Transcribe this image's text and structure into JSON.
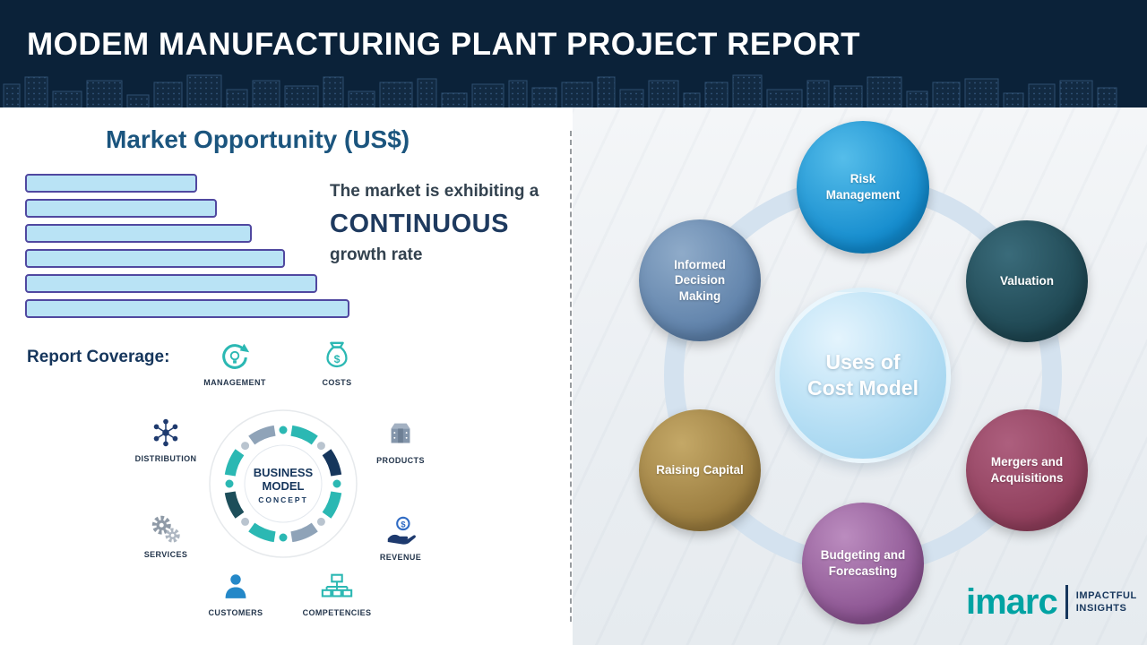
{
  "header": {
    "title": "MODEM MANUFACTURING PLANT PROJECT REPORT"
  },
  "left_panel": {
    "section_title": "Market Opportunity (US$)",
    "growth_text": {
      "line1": "The market is exhibiting a",
      "line2": "CONTINUOUS",
      "line3": "growth rate"
    },
    "report_coverage_label": "Report Coverage:",
    "chart_data": {
      "type": "bar",
      "orientation": "horizontal",
      "title": "Market Opportunity (US$)",
      "categories": [
        "",
        "",
        "",
        "",
        "",
        ""
      ],
      "values": [
        53,
        59,
        70,
        80,
        90,
        100
      ],
      "xlabel": "",
      "ylabel": "",
      "axis_labels_shown": false,
      "bar_fill": "#b9e3f5",
      "bar_border": "#5048a0",
      "note": "Six unlabeled horizontal bars of steadily increasing length indicating continuous growth"
    },
    "business_model": {
      "center_line1": "BUSINESS",
      "center_line2": "MODEL",
      "center_line3": "CONCEPT",
      "ring_colors": [
        "#2bb8b3",
        "#16365c",
        "#8fa3b8",
        "#1d4e5a"
      ],
      "items": [
        {
          "label": "MANAGEMENT",
          "icon": "management-icon"
        },
        {
          "label": "COSTS",
          "icon": "costs-icon"
        },
        {
          "label": "DISTRIBUTION",
          "icon": "distribution-icon"
        },
        {
          "label": "PRODUCTS",
          "icon": "products-icon"
        },
        {
          "label": "SERVICES",
          "icon": "services-icon"
        },
        {
          "label": "REVENUE",
          "icon": "revenue-icon"
        },
        {
          "label": "CUSTOMERS",
          "icon": "customers-icon"
        },
        {
          "label": "COMPETENCIES",
          "icon": "competencies-icon"
        }
      ]
    }
  },
  "right_panel": {
    "center_line1": "Uses of",
    "center_line2": "Cost Model",
    "ring_color": "#d4e2ef",
    "center_color": "#a9d9f2",
    "nodes": [
      {
        "label": "Risk Management",
        "color": "#1189cc",
        "color_light": "#55bdea"
      },
      {
        "label": "Valuation",
        "color": "#1d4550",
        "color_light": "#3a6b7a"
      },
      {
        "label": "Mergers and Acquisitions",
        "color": "#8e3d5a",
        "color_light": "#ad5f7e"
      },
      {
        "label": "Budgeting and Forecasting",
        "color": "#8a5290",
        "color_light": "#bb8cbf"
      },
      {
        "label": "Raising Capital",
        "color": "#97793c",
        "color_light": "#c4a867"
      },
      {
        "label": "Informed Decision Making",
        "color": "#5c7fa8",
        "color_light": "#8fabc9"
      }
    ]
  },
  "logo": {
    "name": "imarc",
    "tagline_line1": "IMPACTFUL",
    "tagline_line2": "INSIGHTS"
  }
}
